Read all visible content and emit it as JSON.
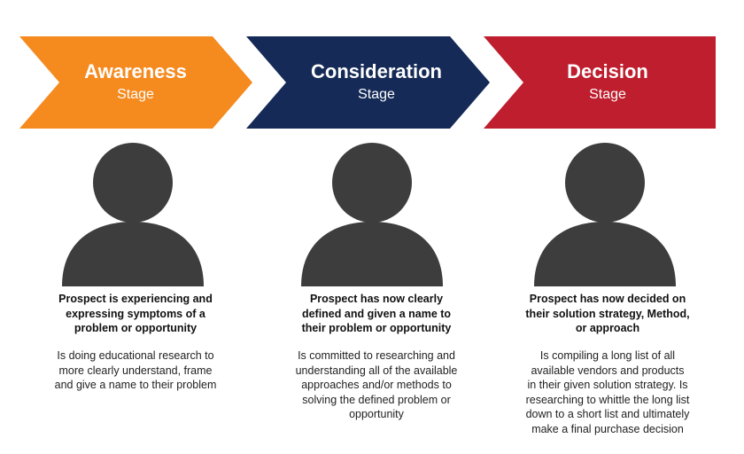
{
  "colors": {
    "awareness": "#F58A1F",
    "consideration": "#152A57",
    "decision": "#BE1E2D",
    "person": "#3D3D3D"
  },
  "stages": [
    {
      "title": "Awareness",
      "subtitle": "Stage",
      "headline": [
        "Prospect is experiencing and",
        "expressing symptoms of a",
        "problem or opportunity"
      ],
      "body": [
        "Is doing educational research to",
        "more clearly understand, frame",
        "and give a name to their problem"
      ]
    },
    {
      "title": "Consideration",
      "subtitle": "Stage",
      "headline": [
        "Prospect has now clearly",
        "defined and given a name to",
        "their problem or opportunity"
      ],
      "body": [
        "Is committed to researching and",
        "understanding all of the available",
        "approaches and/or methods to",
        "solving the defined problem or",
        "opportunity"
      ]
    },
    {
      "title": "Decision",
      "subtitle": "Stage",
      "headline": [
        "Prospect has now decided on",
        "their solution strategy, Method,",
        "or approach"
      ],
      "body": [
        "Is compiling a long list of all",
        "available vendors and products",
        "in their given solution strategy. Is",
        "researching to whittle the long list",
        "down to a short list and ultimately",
        "make a final purchase decision"
      ]
    }
  ]
}
